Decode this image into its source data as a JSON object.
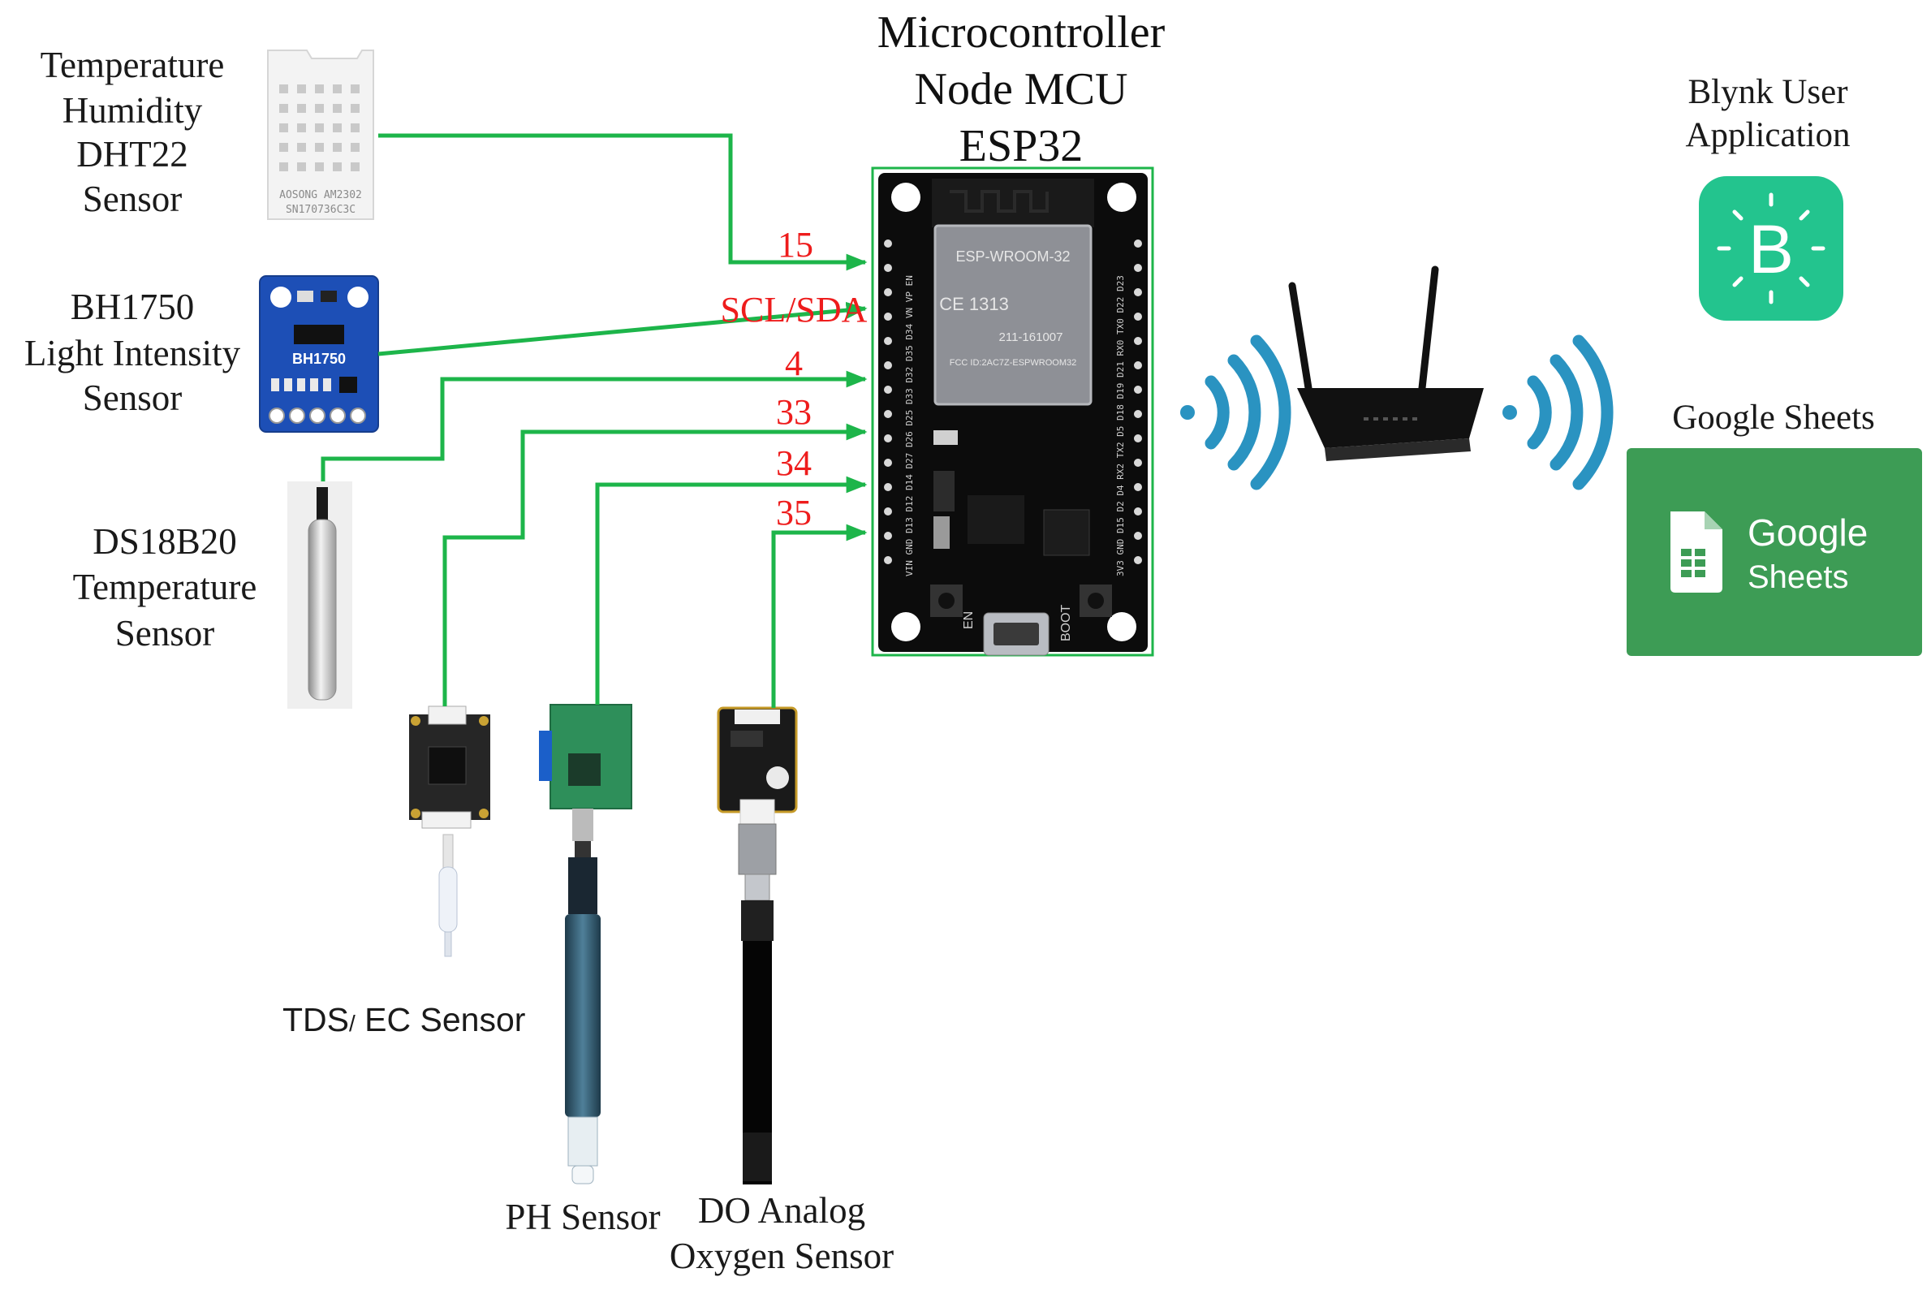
{
  "microcontroller": {
    "title_lines": [
      "Microcontroller",
      "Node MCU",
      "ESP32"
    ],
    "module_text": [
      "ESP-WROOM-32",
      "CE 1313",
      "211-161007",
      "FCC ID:2AC7Z-ESPWROOM32"
    ],
    "button_en": "EN",
    "button_boot": "BOOT",
    "left_header": "VIN GND D13 D12 D14 D27 D26 D25 D33 D32 D35 D34 VN VP EN",
    "right_header": "3V3 GND D15 D2 D4 RX2 TX2 D5 D18 D19 D21 RX0 TX0 D22 D23"
  },
  "sensors": {
    "dht22": {
      "lines": [
        "Temperature",
        "Humidity",
        "DHT22",
        "Sensor"
      ],
      "chip_text": [
        "AOSONG AM2302",
        "SN170736C3C"
      ]
    },
    "bh1750": {
      "lines": [
        "BH1750",
        "Light Intensity",
        "Sensor"
      ],
      "board_text": "BH1750"
    },
    "ds18b20": {
      "lines": [
        "DS18B20",
        "Temperature",
        "Sensor"
      ]
    },
    "tds": {
      "label_main": "TDS",
      "label_slash": "/",
      "label_rest": " EC Sensor"
    },
    "ph": {
      "label": "PH Sensor"
    },
    "do": {
      "lines": [
        "DO Analog",
        "Oxygen Sensor"
      ]
    }
  },
  "pins": {
    "dht22": "15",
    "bh1750": "SCL/SDA",
    "ds18b20": "4",
    "tds": "33",
    "ph": "34",
    "do": "35"
  },
  "cloud": {
    "blynk": {
      "lines": [
        "Blynk User",
        "Application"
      ],
      "icon_letter": "B"
    },
    "sheets": {
      "title": "Google Sheets",
      "logo_lines": [
        "Google",
        "Sheets"
      ]
    }
  },
  "colors": {
    "wire": "#1db54a",
    "pin_label": "#ee1c1c",
    "wifi": "#2a93c1",
    "blynk": "#23c48e",
    "sheets_bg": "#3d9c55",
    "board": "#111111"
  }
}
